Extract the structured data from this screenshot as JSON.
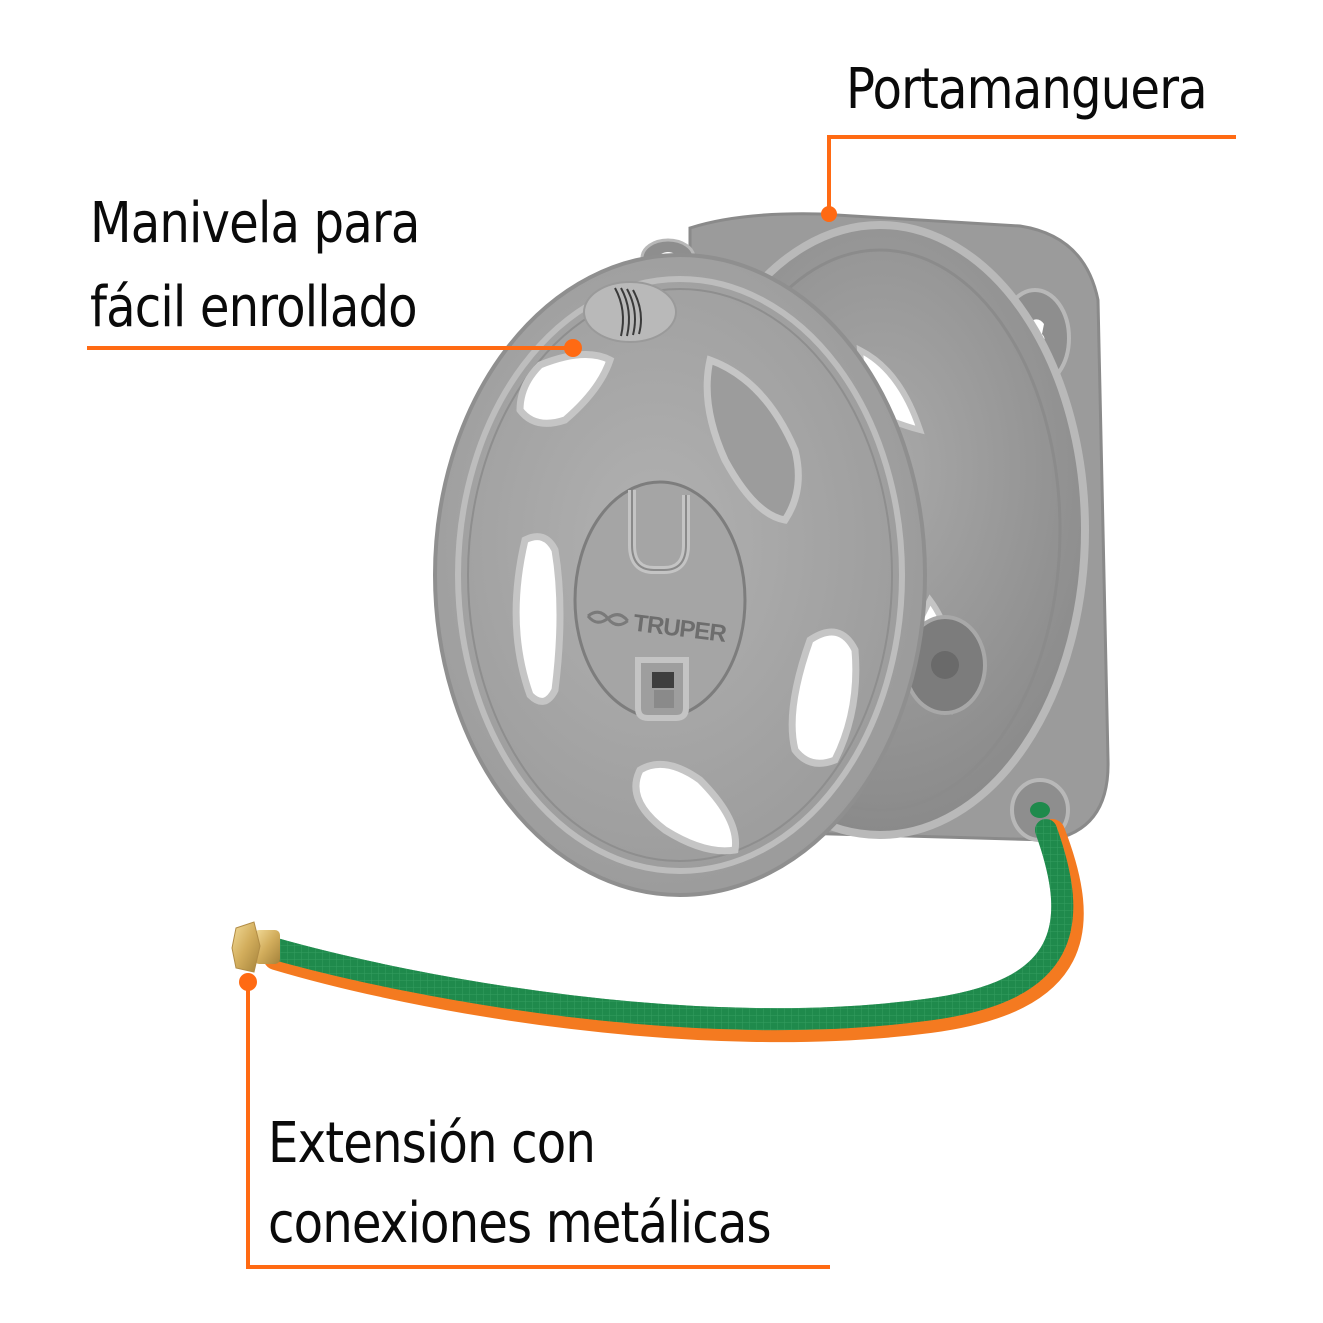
{
  "product": {
    "brand": "TRUPER",
    "type": "wall-mounted hose reel",
    "colors": {
      "accent": "#ff6a13",
      "reel_gray": "#a3a3a3",
      "reel_dark": "#7d7d7d",
      "hose_green": "#1f8a4c",
      "hose_orange": "#f47a20",
      "fitting_brass": "#d9b870",
      "text": "#0a0a0a",
      "background": "#ffffff"
    }
  },
  "callouts": [
    {
      "id": "portamanguera",
      "lines": [
        "Portamanguera"
      ]
    },
    {
      "id": "manivela",
      "lines": [
        "Manivela para",
        "fácil enrollado"
      ]
    },
    {
      "id": "extension",
      "lines": [
        "Extensión con",
        "conexiones metálicas"
      ]
    }
  ]
}
